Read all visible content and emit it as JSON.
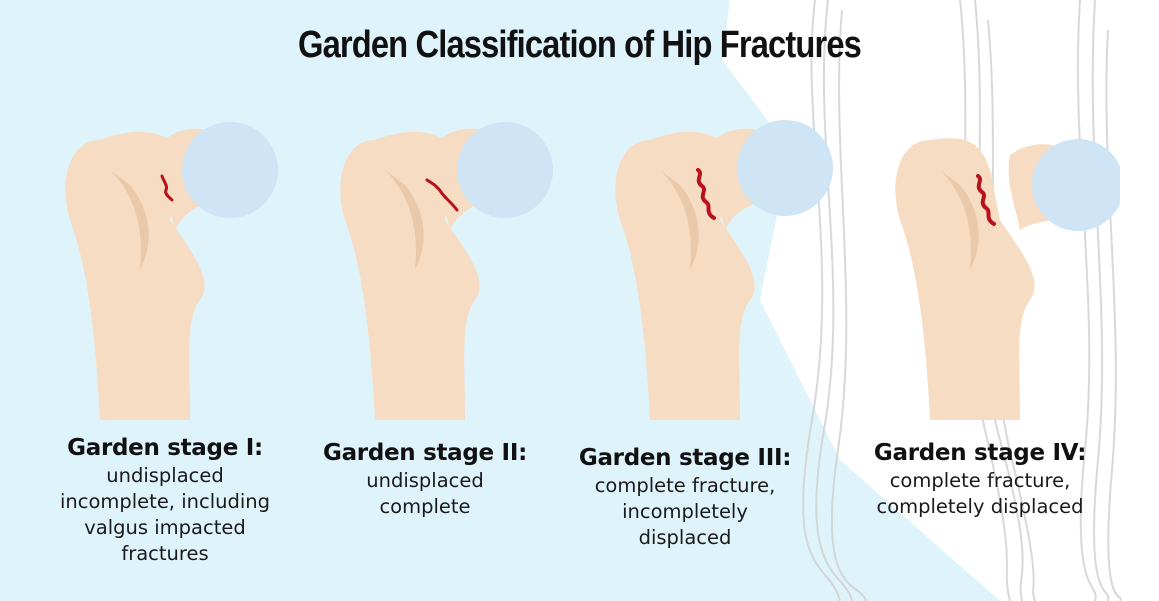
{
  "title": "Garden Classification of Hip Fractures",
  "colors": {
    "background_left": "#dff3fa",
    "background_right": "#ffffff",
    "bone": "#f6dcc2",
    "bone_shadow": "#e6c09f",
    "femoral_head": "#cfe4f4",
    "fracture_line": "#b8121c",
    "title_text": "#111111"
  },
  "stages": [
    {
      "stage_label": "Garden stage I:",
      "description": "undisplaced\nincomplete, including\nvalgus impacted\nfractures",
      "fracture": "incomplete-short-crack"
    },
    {
      "stage_label": "Garden stage II:",
      "description": "undisplaced\ncomplete",
      "fracture": "complete-thin-crack"
    },
    {
      "stage_label": "Garden stage III:",
      "description": "complete fracture,\nincompletely\ndisplaced",
      "fracture": "complete-wavy-crack"
    },
    {
      "stage_label": "Garden stage IV:",
      "description": "complete fracture,\ncompletely displaced",
      "fracture": "complete-separated-head"
    }
  ]
}
